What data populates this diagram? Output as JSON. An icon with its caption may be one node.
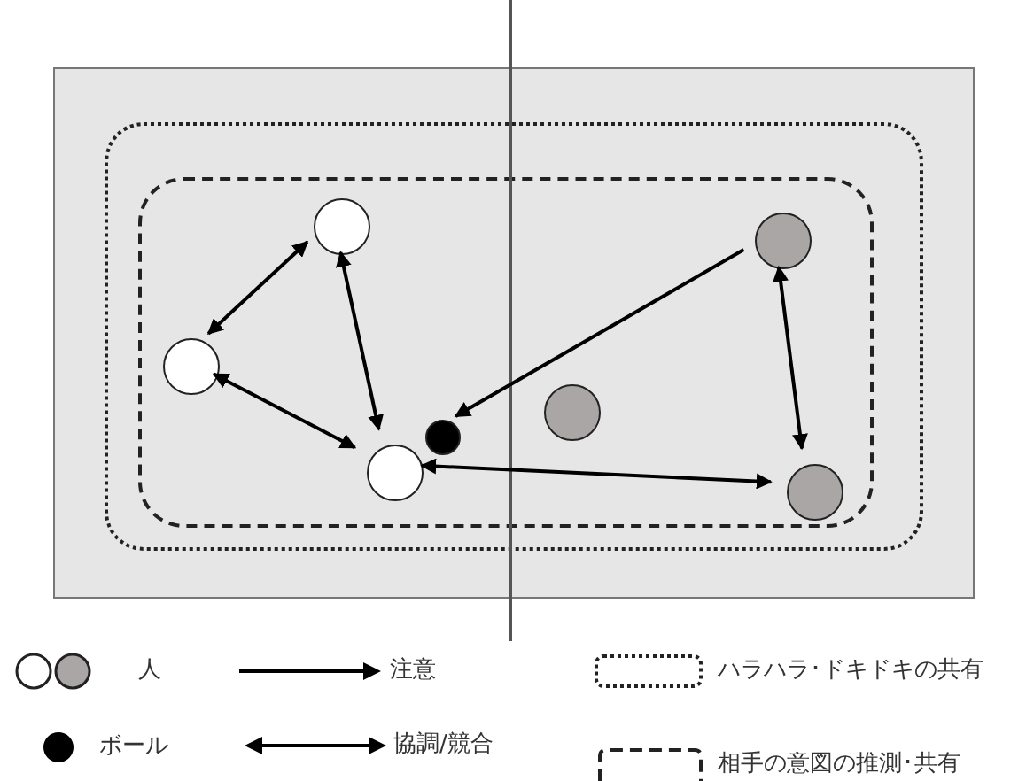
{
  "diagram": {
    "nodes": [
      {
        "text": [],
        "shape": "box"
      },
      {
        "text": [],
        "shape": "box",
        "in": 0
      },
      {
        "text": [],
        "shape": "box",
        "in": 1
      },
      {
        "text": [],
        "shape": "circle",
        "in": 2
      },
      {
        "text": [],
        "shape": "circle",
        "in": 2
      },
      {
        "text": [],
        "shape": "circle",
        "in": 2
      },
      {
        "text": [],
        "shape": "circle",
        "in": 2
      },
      {
        "text": [],
        "shape": "circle",
        "in": 2
      },
      {
        "text": [],
        "shape": "circle",
        "in": 2
      },
      {
        "text": [],
        "shape": "circle",
        "in": 2
      }
    ],
    "edges": [
      {
        "from": 3,
        "to": 5,
        "arrow": "both"
      },
      {
        "from": 3,
        "to": 8,
        "arrow": "both"
      },
      {
        "from": 5,
        "to": 8,
        "arrow": "both"
      },
      {
        "from": 4,
        "to": 7,
        "arrow": "to"
      },
      {
        "from": 4,
        "to": 9,
        "arrow": "both"
      },
      {
        "from": 8,
        "to": 9,
        "arrow": "both"
      }
    ],
    "legend": [
      {
        "text": "人"
      },
      {
        "text": "注意"
      },
      {
        "text": "ハラハラ･ドキドキの共有"
      },
      {
        "text": "ボール"
      },
      {
        "text": "協調/競合"
      },
      {
        "text": "相手の意図の推測･共有"
      }
    ]
  }
}
